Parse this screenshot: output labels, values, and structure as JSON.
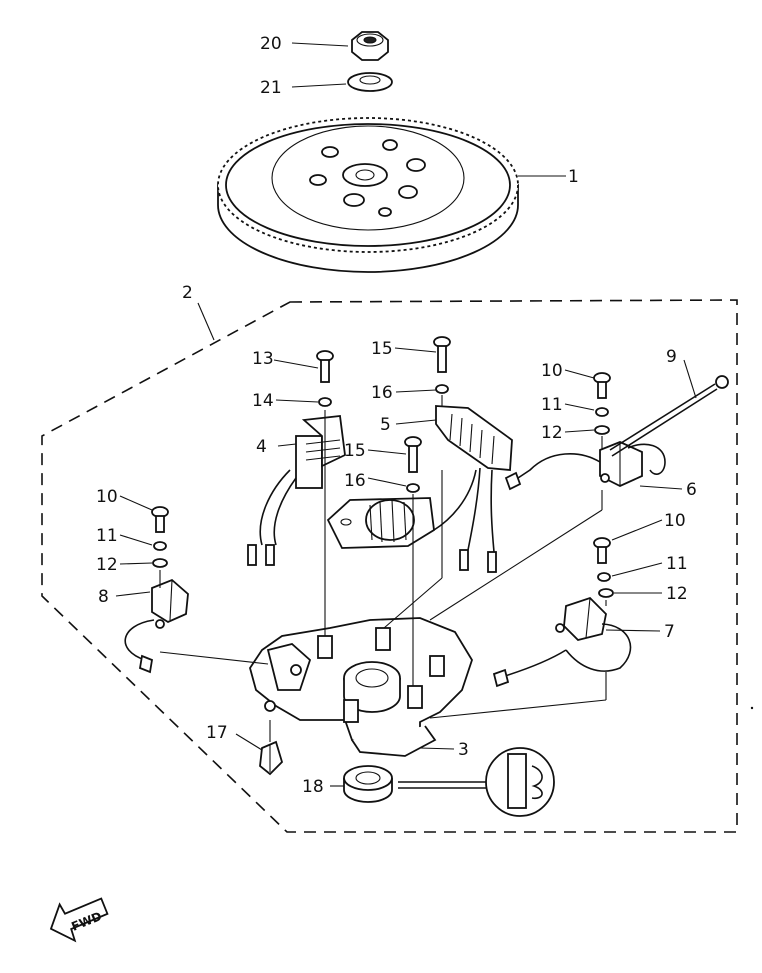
{
  "callouts": {
    "p1": "1",
    "p2": "2",
    "p3": "3",
    "p4": "4",
    "p5": "5",
    "p6": "6",
    "p7": "7",
    "p8": "8",
    "p9": "9",
    "p10a": "10",
    "p10b": "10",
    "p10c": "10",
    "p11a": "11",
    "p11b": "11",
    "p11c": "11",
    "p12a": "12",
    "p12b": "12",
    "p12c": "12",
    "p13": "13",
    "p14": "14",
    "p15a": "15",
    "p15b": "15",
    "p16a": "16",
    "p16b": "16",
    "p17": "17",
    "p18": "18",
    "p20": "20",
    "p21": "21"
  },
  "direction_badge": {
    "label": "FWD"
  }
}
